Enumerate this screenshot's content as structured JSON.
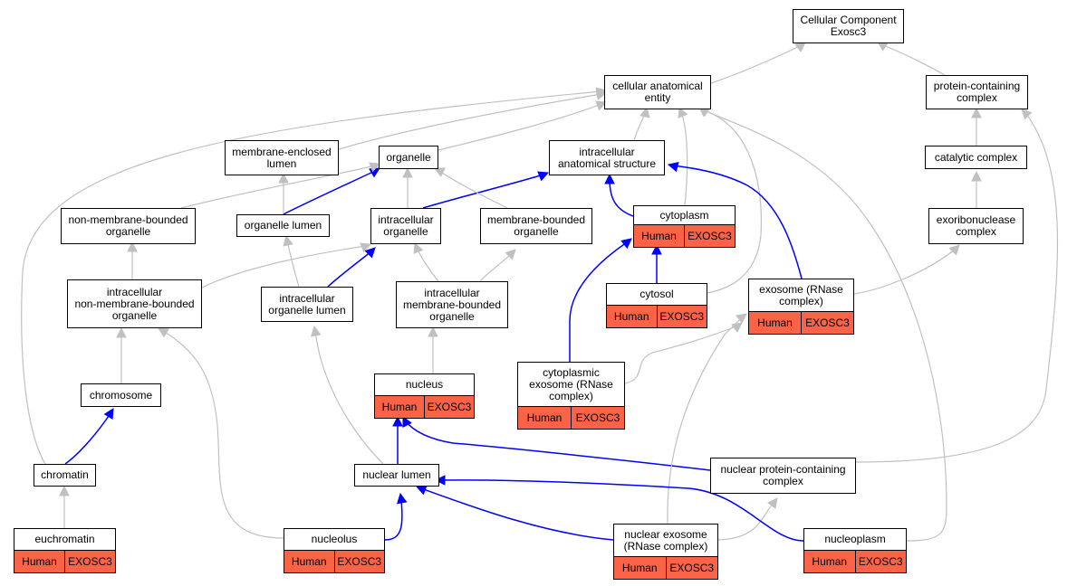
{
  "colors": {
    "edge_grey": "#c0c0c0",
    "edge_blue": "#0000ff",
    "annotated_fill": "#fa6347"
  },
  "nodes": {
    "root": {
      "label": "Cellular Component\nExosc3"
    },
    "cae": {
      "label": "cellular anatomical\nentity"
    },
    "pcc": {
      "label": "protein-containing\ncomplex"
    },
    "mel": {
      "label": "membrane-enclosed\nlumen"
    },
    "org": {
      "label": "organelle"
    },
    "ias": {
      "label": "intracellular\nanatomical structure"
    },
    "catc": {
      "label": "catalytic complex"
    },
    "nmbo": {
      "label": "non-membrane-bounded\norganelle"
    },
    "orgl": {
      "label": "organelle lumen"
    },
    "io": {
      "label": "intracellular\norganelle"
    },
    "mbo": {
      "label": "membrane-bounded\norganelle"
    },
    "cyto": {
      "label": "cytoplasm",
      "tags": [
        "Human",
        "EXOSC3"
      ]
    },
    "exo": {
      "label": "exoribonuclease\ncomplex"
    },
    "inmbo": {
      "label": "intracellular\nnon-membrane-bounded\norganelle"
    },
    "iol": {
      "label": "intracellular\norganelle lumen"
    },
    "imbo": {
      "label": "intracellular\nmembrane-bounded\norganelle"
    },
    "cytosol": {
      "label": "cytosol",
      "tags": [
        "Human",
        "EXOSC3"
      ]
    },
    "exosome": {
      "label": "exosome (RNase\ncomplex)",
      "tags": [
        "Human",
        "EXOSC3"
      ]
    },
    "nucleus": {
      "label": "nucleus",
      "tags": [
        "Human",
        "EXOSC3"
      ]
    },
    "cytoexo": {
      "label": "cytoplasmic\nexosome (RNase\ncomplex)",
      "tags": [
        "Human",
        "EXOSC3"
      ]
    },
    "chromosome": {
      "label": "chromosome"
    },
    "chromatin": {
      "label": "chromatin"
    },
    "nuclum": {
      "label": "nuclear lumen"
    },
    "npcc": {
      "label": "nuclear protein-containing\ncomplex"
    },
    "euchromatin": {
      "label": "euchromatin",
      "tags": [
        "Human",
        "EXOSC3"
      ]
    },
    "nucleolus": {
      "label": "nucleolus",
      "tags": [
        "Human",
        "EXOSC3"
      ]
    },
    "nucexo": {
      "label": "nuclear exosome\n(RNase complex)",
      "tags": [
        "Human",
        "EXOSC3"
      ]
    },
    "nucleoplasm": {
      "label": "nucleoplasm",
      "tags": [
        "Human",
        "EXOSC3"
      ]
    }
  },
  "edges": [
    {
      "from": "cae",
      "to": "root",
      "color": "grey"
    },
    {
      "from": "pcc",
      "to": "root",
      "color": "grey"
    },
    {
      "from": "org",
      "to": "cae",
      "color": "grey"
    },
    {
      "from": "ias",
      "to": "cae",
      "color": "grey"
    },
    {
      "from": "catc",
      "to": "pcc",
      "color": "grey"
    },
    {
      "from": "exo",
      "to": "catc",
      "color": "grey"
    },
    {
      "from": "mel",
      "to": "cae",
      "color": "grey"
    },
    {
      "from": "orgl",
      "to": "mel",
      "color": "grey"
    },
    {
      "from": "orgl",
      "to": "org",
      "color": "blue"
    },
    {
      "from": "io",
      "to": "org",
      "color": "grey"
    },
    {
      "from": "io",
      "to": "ias",
      "color": "blue"
    },
    {
      "from": "mbo",
      "to": "org",
      "color": "grey"
    },
    {
      "from": "nmbo",
      "to": "org",
      "color": "grey"
    },
    {
      "from": "cyto",
      "to": "ias",
      "color": "blue"
    },
    {
      "from": "cyto",
      "to": "cae",
      "color": "grey"
    },
    {
      "from": "inmbo",
      "to": "nmbo",
      "color": "grey"
    },
    {
      "from": "inmbo",
      "to": "io",
      "color": "grey"
    },
    {
      "from": "iol",
      "to": "orgl",
      "color": "grey"
    },
    {
      "from": "iol",
      "to": "io",
      "color": "blue"
    },
    {
      "from": "imbo",
      "to": "io",
      "color": "grey"
    },
    {
      "from": "imbo",
      "to": "mbo",
      "color": "grey"
    },
    {
      "from": "cytosol",
      "to": "cyto",
      "color": "blue"
    },
    {
      "from": "cytosol",
      "to": "cae",
      "color": "grey"
    },
    {
      "from": "exosome",
      "to": "ias",
      "color": "blue"
    },
    {
      "from": "exosome",
      "to": "exo",
      "color": "grey"
    },
    {
      "from": "nucleus",
      "to": "imbo",
      "color": "grey"
    },
    {
      "from": "cytoexo",
      "to": "cyto",
      "color": "blue"
    },
    {
      "from": "cytoexo",
      "to": "exosome",
      "color": "grey"
    },
    {
      "from": "chromosome",
      "to": "inmbo",
      "color": "grey"
    },
    {
      "from": "chromatin",
      "to": "chromosome",
      "color": "blue"
    },
    {
      "from": "chromatin",
      "to": "cae",
      "color": "grey"
    },
    {
      "from": "nuclum",
      "to": "nucleus",
      "color": "blue"
    },
    {
      "from": "nuclum",
      "to": "iol",
      "color": "grey"
    },
    {
      "from": "npcc",
      "to": "nucleus",
      "color": "blue"
    },
    {
      "from": "npcc",
      "to": "pcc",
      "color": "grey"
    },
    {
      "from": "euchromatin",
      "to": "chromatin",
      "color": "grey"
    },
    {
      "from": "nucleolus",
      "to": "nuclum",
      "color": "blue"
    },
    {
      "from": "nucleolus",
      "to": "inmbo",
      "color": "grey"
    },
    {
      "from": "nucexo",
      "to": "nuclum",
      "color": "blue"
    },
    {
      "from": "nucexo",
      "to": "npcc",
      "color": "grey"
    },
    {
      "from": "nucexo",
      "to": "exosome",
      "color": "grey"
    },
    {
      "from": "nucleoplasm",
      "to": "nuclum",
      "color": "blue"
    },
    {
      "from": "nucleoplasm",
      "to": "cae",
      "color": "grey"
    }
  ]
}
